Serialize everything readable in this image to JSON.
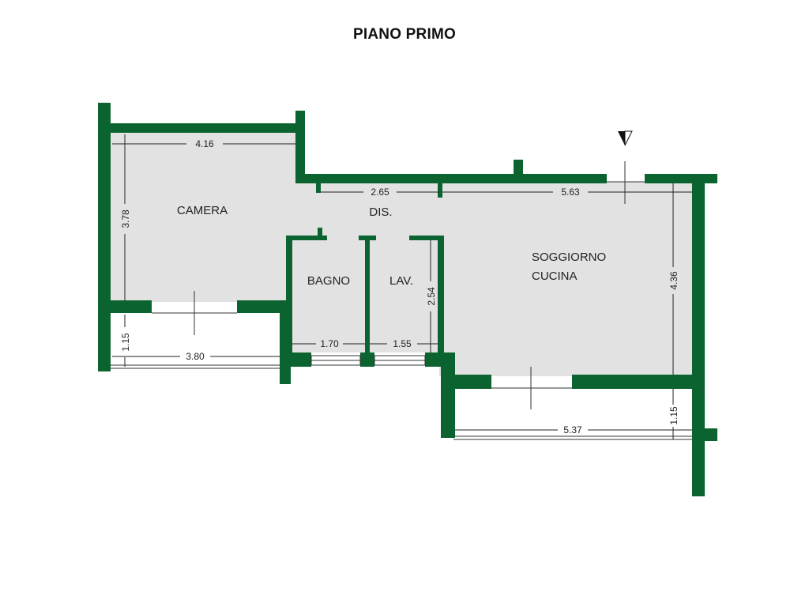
{
  "title": "PIANO PRIMO",
  "colors": {
    "wall": "#0b6330",
    "floor": "#e2e2e2",
    "background": "#ffffff"
  },
  "rooms": {
    "camera": "CAMERA",
    "dis": "DIS.",
    "bagno": "BAGNO",
    "lav": "LAV.",
    "soggiorno": "SOGGIORNO",
    "cucina": "CUCINA"
  },
  "dimensions": {
    "camera_width": "4.16",
    "camera_depth": "3.78",
    "balcony_left_depth": "1.15",
    "balcony_left_width": "3.80",
    "dis_width": "2.65",
    "soggiorno_width": "5.63",
    "soggiorno_depth": "4.36",
    "lav_depth": "2.54",
    "bagno_width": "1.70",
    "lav_width": "1.55",
    "balcony_right_width": "5.37",
    "balcony_right_depth": "1.15"
  },
  "icons": {
    "entrance_marker": "entrance-triangle-icon"
  }
}
